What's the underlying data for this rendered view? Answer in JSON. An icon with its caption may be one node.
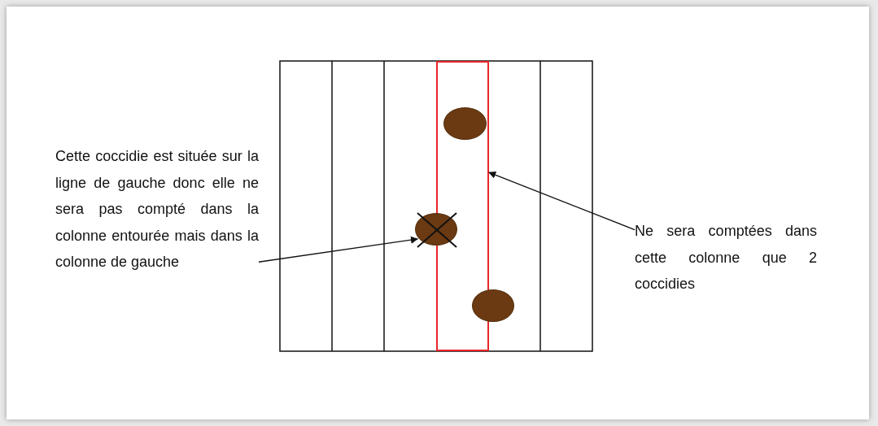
{
  "diagram": {
    "nodes": [
      {
        "text": [
          "Cette coccidie est située sur la ligne de gauche donc elle ne sera pas compté dans la colonne entourée mais dans la colonne de gauche"
        ]
      },
      {
        "text": [],
        "shape": "box"
      },
      {
        "text": [],
        "shape": "circle",
        "in": 1
      },
      {
        "text": [],
        "shape": "circle"
      },
      {
        "text": [],
        "shape": "circle"
      },
      {
        "text": [
          "Ne sera comptées dans cette colonne que 2 coccidies"
        ]
      }
    ],
    "edges": [
      {
        "from": 0,
        "to": 3,
        "arrow": "to"
      },
      {
        "from": 5,
        "to": 1,
        "arrow": "to"
      }
    ]
  }
}
